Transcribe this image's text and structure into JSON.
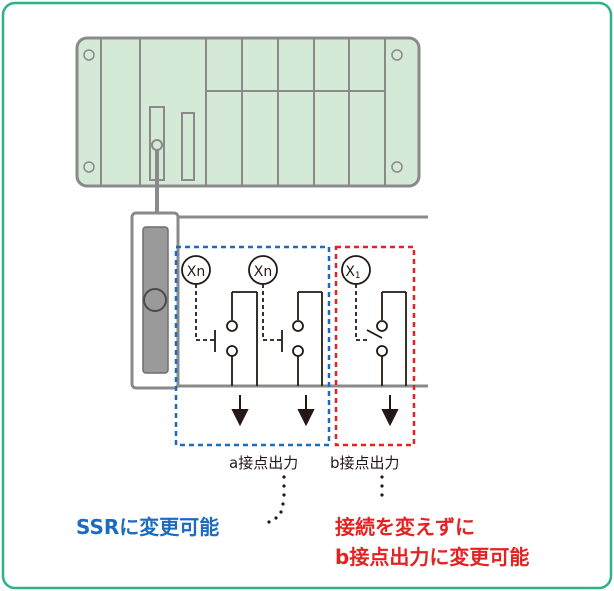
{
  "coil_labels": {
    "xn_1": "Xn",
    "xn_2": "Xn",
    "x1_main": "X",
    "x1_sub": "1"
  },
  "output_labels": {
    "a_contact": "a接点出力",
    "b_contact": "b接点出力"
  },
  "notes": {
    "ssr": "SSRに変更可能",
    "b_line1": "接続を変えずに",
    "b_line2": "b接点出力に変更可能"
  },
  "colors": {
    "frame": "#2bb28a",
    "plc_fill": "#d4ead7",
    "module_gray": "#9a9a9a",
    "blue_group": "#1b6bc0",
    "red_group": "#e52222",
    "line": "#231815"
  }
}
